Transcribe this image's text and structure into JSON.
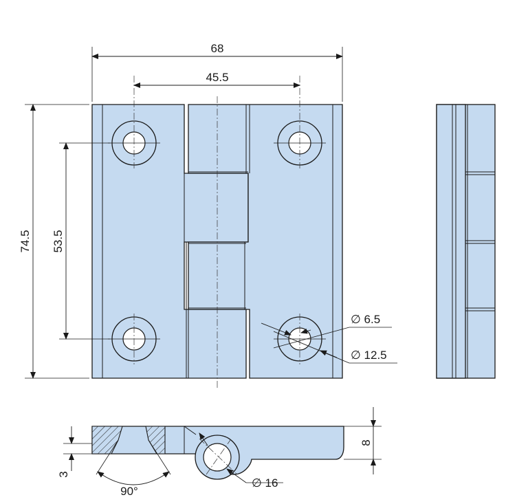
{
  "colors": {
    "part_fill": "#c5daf0",
    "line": "#1a1a1a",
    "background": "#ffffff"
  },
  "dimensions": {
    "overall_width": "68",
    "hole_spacing_horizontal": "45.5",
    "overall_height": "74.5",
    "hole_spacing_vertical": "53.5",
    "hole_diameter": "∅ 6.5",
    "counterbore_diameter": "∅ 12.5",
    "thickness": "8",
    "leaf_thickness": "3",
    "countersink_angle": "90°",
    "knuckle_diameter": "∅ 16"
  }
}
